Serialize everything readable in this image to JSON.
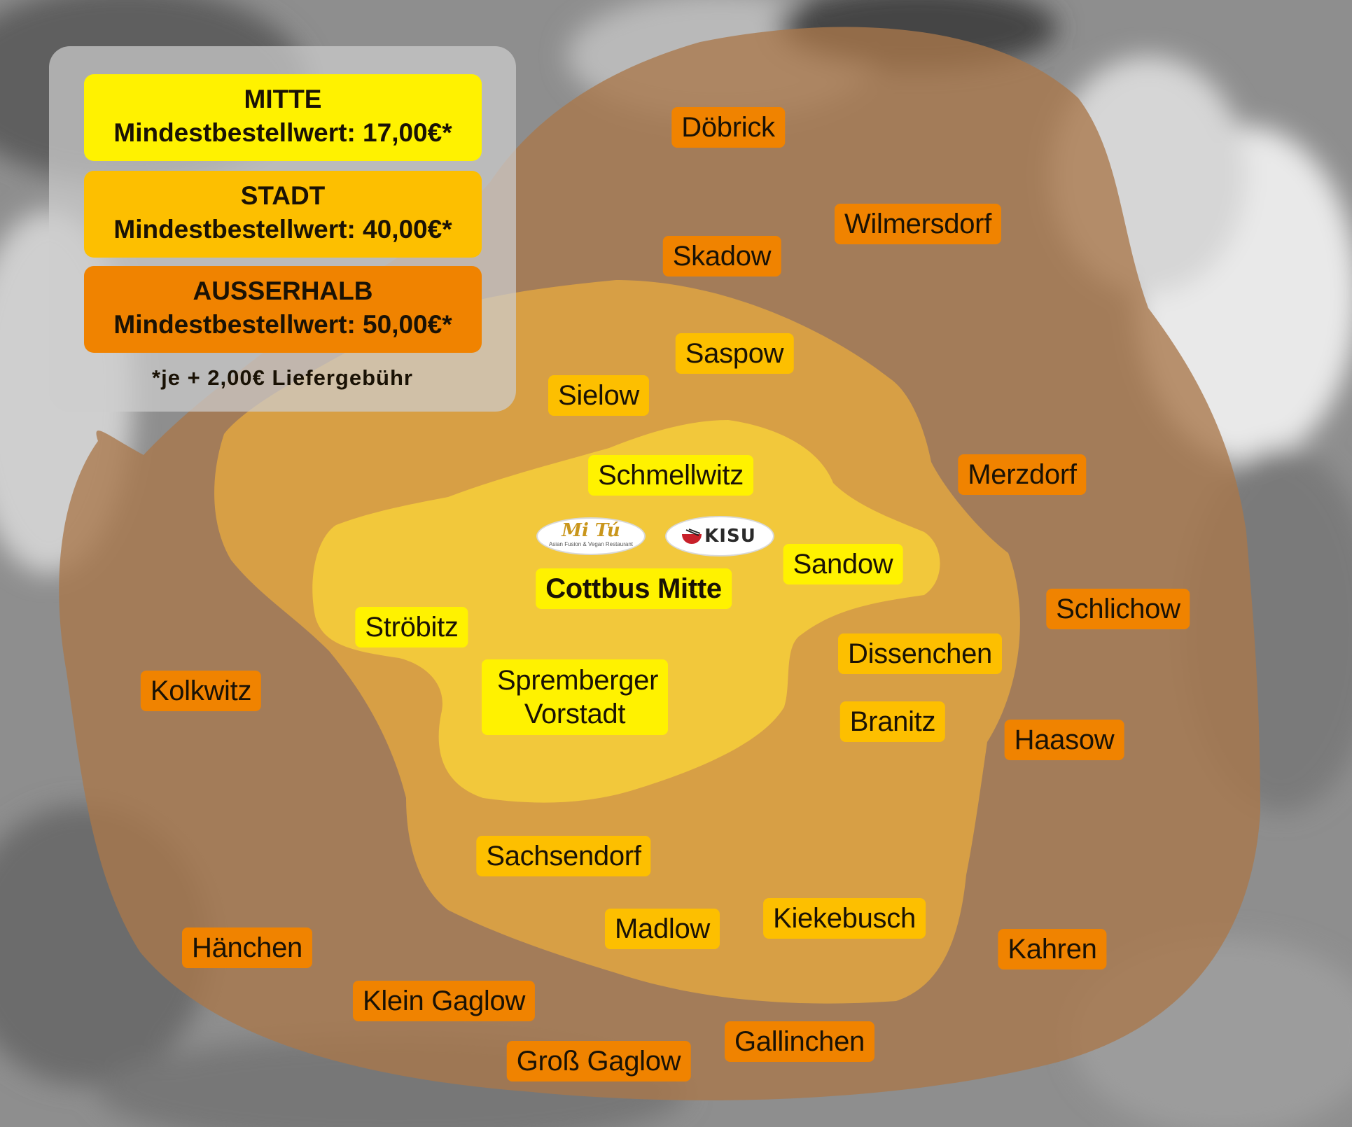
{
  "legend": {
    "zones": [
      {
        "name": "MITTE",
        "min_order": "Mindestbestellwert: 17,00€*",
        "color": "#fff200"
      },
      {
        "name": "STADT",
        "min_order": "Mindestbestellwert: 40,00€*",
        "color": "#fdbf00"
      },
      {
        "name": "AUSSERHALB",
        "min_order": "Mindestbestellwert: 50,00€*",
        "color": "#f08300"
      }
    ],
    "note": "*je + 2,00€ Liefergebühr"
  },
  "center": {
    "label": "Cottbus Mitte",
    "logos": [
      {
        "name": "Mi Tú",
        "subtitle": "Asian Fusion & Vegan Restaurant"
      },
      {
        "name": "KISU"
      }
    ]
  },
  "places": {
    "mitte": [
      "Schmellwitz",
      "Sandow",
      "Ströbitz",
      "Spremberger Vorstadt"
    ],
    "stadt": [
      "Saspow",
      "Sielow",
      "Dissenchen",
      "Branitz",
      "Sachsendorf",
      "Madlow",
      "Kiekebusch"
    ],
    "ausserhalb": [
      "Döbrick",
      "Wilmersdorf",
      "Skadow",
      "Merzdorf",
      "Schlichow",
      "Kolkwitz",
      "Haasow",
      "Hänchen",
      "Kahren",
      "Klein Gaglow",
      "Gallinchen",
      "Groß Gaglow"
    ]
  }
}
